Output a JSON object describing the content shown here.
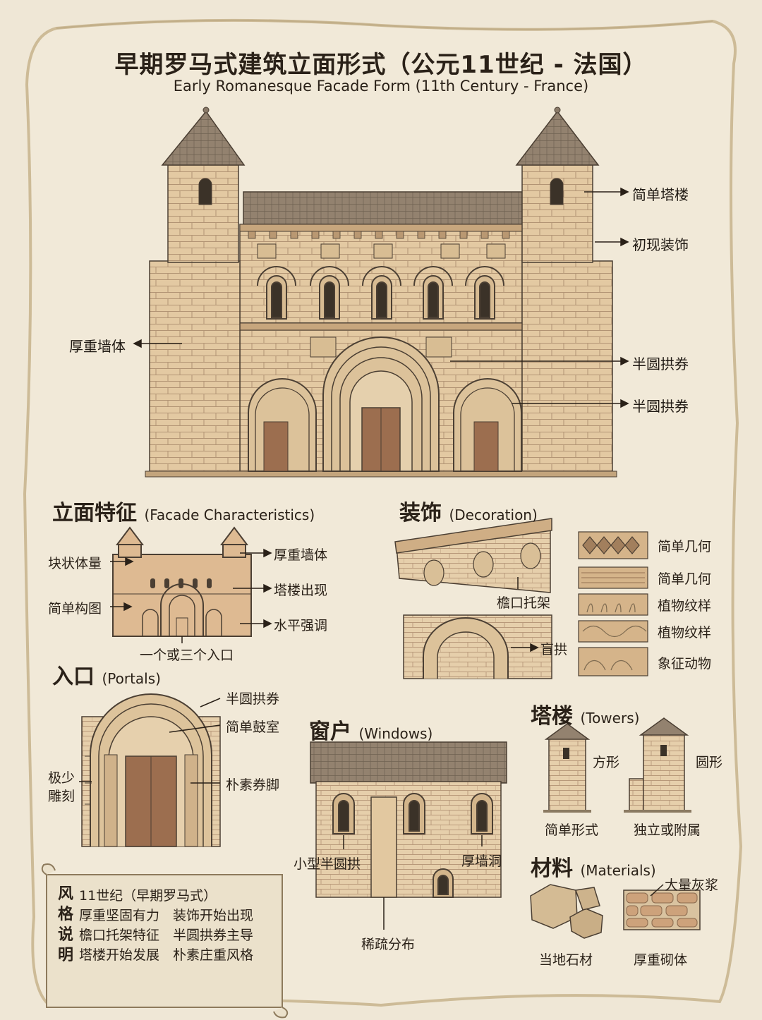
{
  "title": {
    "zh": "早期罗马式建筑立面形式（公元11世纪 - 法国）",
    "en": "Early Romanesque Facade Form (11th Century - France)"
  },
  "main_facade": {
    "callouts": {
      "simple_towers": "简单塔楼",
      "early_decoration": "初现装饰",
      "thick_walls": "厚重墙体",
      "round_arch_1": "半圆拱券",
      "round_arch_2": "半圆拱券"
    }
  },
  "facade_characteristics": {
    "heading_zh": "立面特征",
    "heading_en": "(Facade Characteristics)",
    "labels": {
      "block_volume": "块状体量",
      "simple_composition": "简单构图",
      "thick_walls": "厚重墙体",
      "towers_appear": "塔楼出现",
      "horizontal_emphasis": "水平强调",
      "one_or_three_portals": "一个或三个入口"
    }
  },
  "decoration": {
    "heading_zh": "装饰",
    "heading_en": "(Decoration)",
    "corbel_label": "檐口托架",
    "blind_arch_label": "盲拱",
    "patterns": [
      "简单几何",
      "简单几何",
      "植物纹样",
      "植物纹样",
      "象征动物"
    ]
  },
  "portals": {
    "heading_zh": "入口",
    "heading_en": "(Portals)",
    "labels": {
      "round_arch": "半圆拱券",
      "tympanum": "简单鼓室",
      "carving": "极少\n雕刻",
      "carving_l1": "极少",
      "carving_l2": "雕刻",
      "plain_impost": "朴素券脚"
    }
  },
  "windows": {
    "heading_zh": "窗户",
    "heading_en": "(Windows)",
    "labels": {
      "small_round_arch": "小型半圆拱",
      "thick_wall_opening": "厚墙洞",
      "sparse": "稀疏分布"
    }
  },
  "towers": {
    "heading_zh": "塔楼",
    "heading_en": "(Towers)",
    "square": "方形",
    "round": "圆形",
    "simple_form": "简单形式",
    "freestanding_or_attached": "独立或附属"
  },
  "materials": {
    "heading_zh": "材料",
    "heading_en": "(Materials)",
    "mortar": "大量灰浆",
    "local_stone": "当地石材",
    "heavy_masonry": "厚重砌体"
  },
  "style_note": {
    "side": [
      "风",
      "格",
      "说",
      "明"
    ],
    "lines": [
      "11世纪（早期罗马式）",
      "厚重坚固有力　装饰开始出现",
      "檐口托架特征　半圆拱券主导",
      "塔楼开始发展　朴素庄重风格"
    ]
  },
  "colors": {
    "parchment": "#efe7d6",
    "parchment_edge": "#cdbb97",
    "stone": "#e2c8a0",
    "stone_dark": "#c9a77e",
    "roof": "#8f7f6e",
    "door": "#9c6e4f",
    "ink": "#2a2118"
  }
}
